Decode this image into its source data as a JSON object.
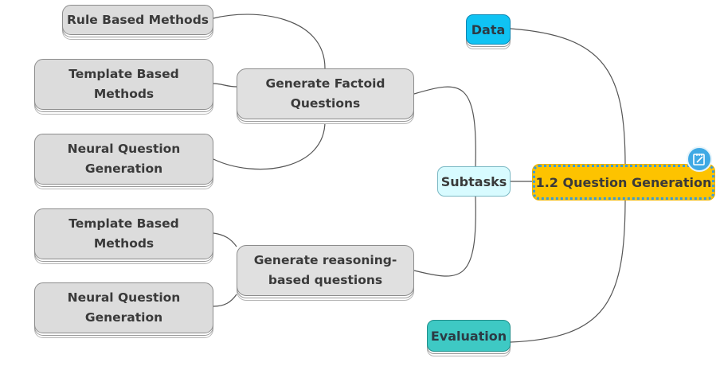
{
  "root": {
    "label": "1.2 Question Generation",
    "fill_color": "#fdc300",
    "border_color": "#3a9bd8"
  },
  "note_icon": "note-icon",
  "side_nodes": {
    "data": {
      "label": "Data",
      "fill_color": "#10c3f3"
    },
    "evaluation": {
      "label": "Evaluation",
      "fill_color": "#3ec9c4"
    },
    "subtasks": {
      "label": "Subtasks",
      "fill_color": "#d8fbff"
    }
  },
  "branches": {
    "factoid": {
      "line1": "Generate Factoid",
      "line2": "Questions"
    },
    "reasoning": {
      "line1": "Generate reasoning-",
      "line2": "based questions"
    }
  },
  "factoid_leaves": [
    {
      "line1": "Rule Based Methods",
      "line2": ""
    },
    {
      "line1": "Template Based",
      "line2": "Methods"
    },
    {
      "line1": "Neural Question",
      "line2": "Generation"
    }
  ],
  "reasoning_leaves": [
    {
      "line1": "Template Based",
      "line2": "Methods"
    },
    {
      "line1": "Neural Question",
      "line2": "Generation"
    }
  ]
}
